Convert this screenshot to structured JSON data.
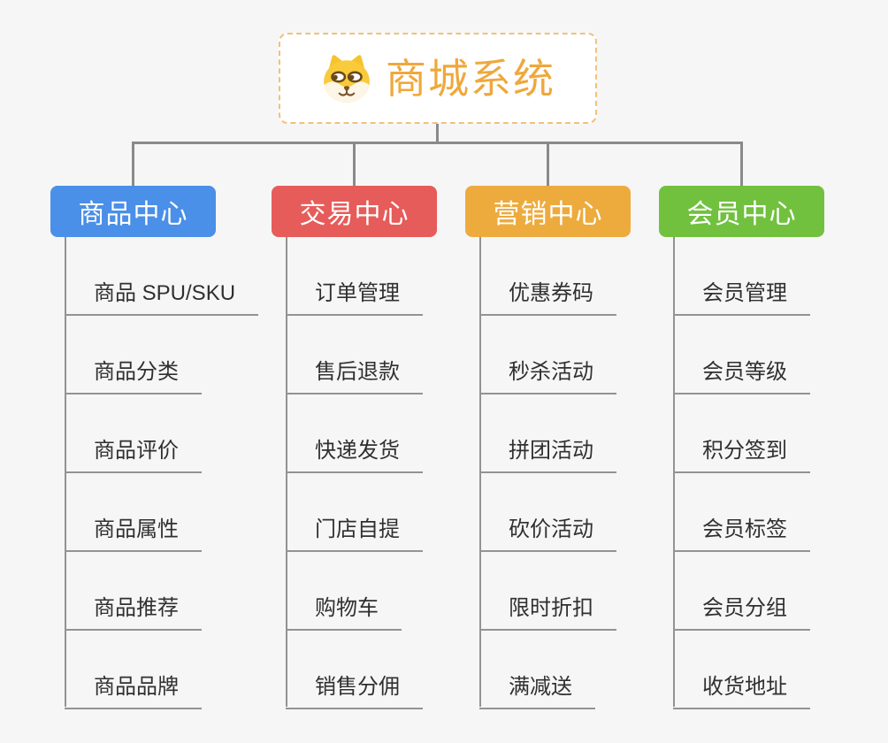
{
  "root": {
    "title": "商城系统",
    "icon": "shiba-dog-icon",
    "title_color": "#EFA83C",
    "border_color": "#F2C179"
  },
  "branches": [
    {
      "label": "商品中心",
      "color": "#4A8FE8",
      "children": [
        "商品 SPU/SKU",
        "商品分类",
        "商品评价",
        "商品属性",
        "商品推荐",
        "商品品牌"
      ]
    },
    {
      "label": "交易中心",
      "color": "#E65C5A",
      "children": [
        "订单管理",
        "售后退款",
        "快递发货",
        "门店自提",
        "购物车",
        "销售分佣"
      ]
    },
    {
      "label": "营销中心",
      "color": "#EDAB3E",
      "children": [
        "优惠券码",
        "秒杀活动",
        "拼团活动",
        "砍价活动",
        "限时折扣",
        "满减送"
      ]
    },
    {
      "label": "会员中心",
      "color": "#71C13F",
      "children": [
        "会员管理",
        "会员等级",
        "积分签到",
        "会员标签",
        "会员分组",
        "收货地址"
      ]
    }
  ],
  "connector_color": "#8A8A8A"
}
